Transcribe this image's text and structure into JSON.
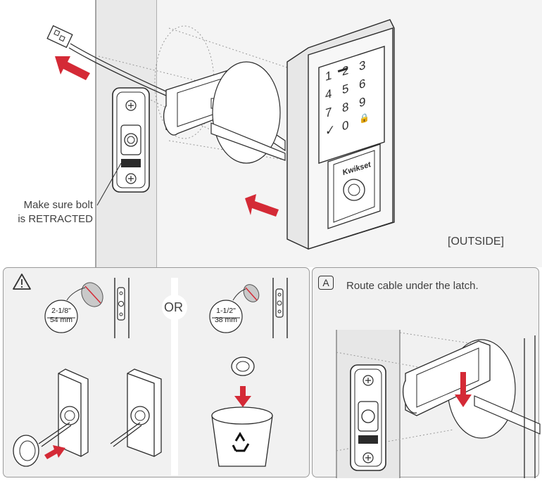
{
  "main": {
    "bolt_note_line1": "Make sure bolt",
    "bolt_note_line2": "is RETRACTED",
    "side_label": "[OUTSIDE]",
    "brand": "Kwikset",
    "keypad_keys": [
      "1",
      "2",
      "3",
      "4",
      "5",
      "6",
      "7",
      "8",
      "9",
      "✓",
      "0",
      "🔒"
    ]
  },
  "panel_left": {
    "size_a_top": "2-1/8\"",
    "size_a_bottom": "54 mm",
    "or_label": "OR",
    "size_b_top": "1-1/2\"",
    "size_b_bottom": "38 mm"
  },
  "panel_right": {
    "step_letter": "A",
    "instruction": "Route cable under the latch."
  },
  "colors": {
    "arrow": "#d42a36",
    "panel_bg": "#f1f1f1",
    "door_shade": "#ececec",
    "line": "#2b2b2b"
  },
  "icons": [
    "warning-icon",
    "recycle-icon",
    "screw-icon",
    "arrow-icon"
  ]
}
